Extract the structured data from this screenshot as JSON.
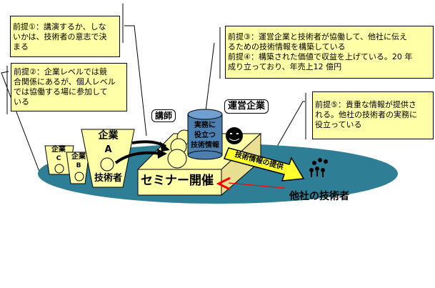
{
  "notes": {
    "premise1": [
      "前提①：講演するか、しな",
      "いかは、技術者の意志で決",
      "まる"
    ],
    "premise2": [
      "前提②：企業レベルでは競",
      "合関係にあるが、個人レベル",
      "では協働する場に参加して",
      "いる"
    ],
    "premise34": [
      "前提③：運営企業と技術者が協働して、他社に伝え",
      "るための技術情報を構築している",
      "前提④：構築された価値で収益を上げている。20 年",
      "成り立っており、年売上12 億円"
    ],
    "premise5": [
      "前提⑤：貴重な情報が提供さ",
      "れる。他社の技術者の実務に",
      "役立っている"
    ]
  },
  "diagram": {
    "lecturer_label": "講師",
    "operator_label": "運営企業",
    "database_label": [
      "実務に",
      "役立つ",
      "技術情報"
    ],
    "seminar_label": "セミナー開催",
    "arrow_label": "技術情報の提供",
    "other_engineers_label": "他社の技術者",
    "companies": [
      {
        "name": "企業",
        "letter": "A",
        "role": "技術者"
      },
      {
        "name": "企業",
        "letter": "B"
      },
      {
        "name": "企業",
        "letter": "C"
      }
    ]
  },
  "colors": {
    "note_bg": "#ffffa8",
    "platform": "#2e7f95",
    "arrow_red": "#ff0000",
    "cylinder": "#4b7fb0"
  }
}
